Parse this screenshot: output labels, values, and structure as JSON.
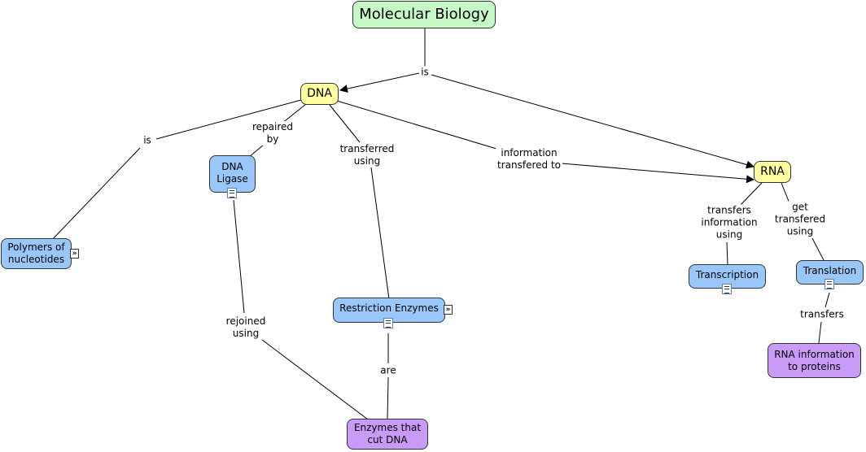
{
  "colors": {
    "green_fill": "#c6f9c6",
    "yellow_fill": "#ffffa0",
    "blue_fill": "#99c7f9",
    "purple_fill": "#c99bf7",
    "line": "#000000"
  },
  "nodes": {
    "molecular_biology": "Molecular Biology",
    "dna": "DNA",
    "rna": "RNA",
    "dna_ligase": "DNA\nLigase",
    "polymers": "Polymers of\nnucleotides",
    "restriction_enzymes": "Restriction Enzymes",
    "enzymes_cut": "Enzymes that\ncut DNA",
    "transcription": "Transcription",
    "translation": "Translation",
    "rna_info": "RNA information\nto proteins"
  },
  "links": {
    "mb_is": "is",
    "dna_is": "is",
    "repaired_by": "repaired\nby",
    "transferred_using": "transferred\nusing",
    "information_transfered_to": "information\ntransfered to",
    "transfers_information_using": "transfers\ninformation\nusing",
    "get_transfered_using": "get\ntransfered\nusing",
    "rejoined_using": "rejoined\nusing",
    "are": "are",
    "transfers": "transfers"
  },
  "icons": {
    "dna_ligase": "document-icon",
    "polymers": "expand-icon",
    "restriction_doc": "document-icon",
    "restriction_more": "expand-icon",
    "transcription": "document-icon",
    "translation": "document-icon"
  }
}
